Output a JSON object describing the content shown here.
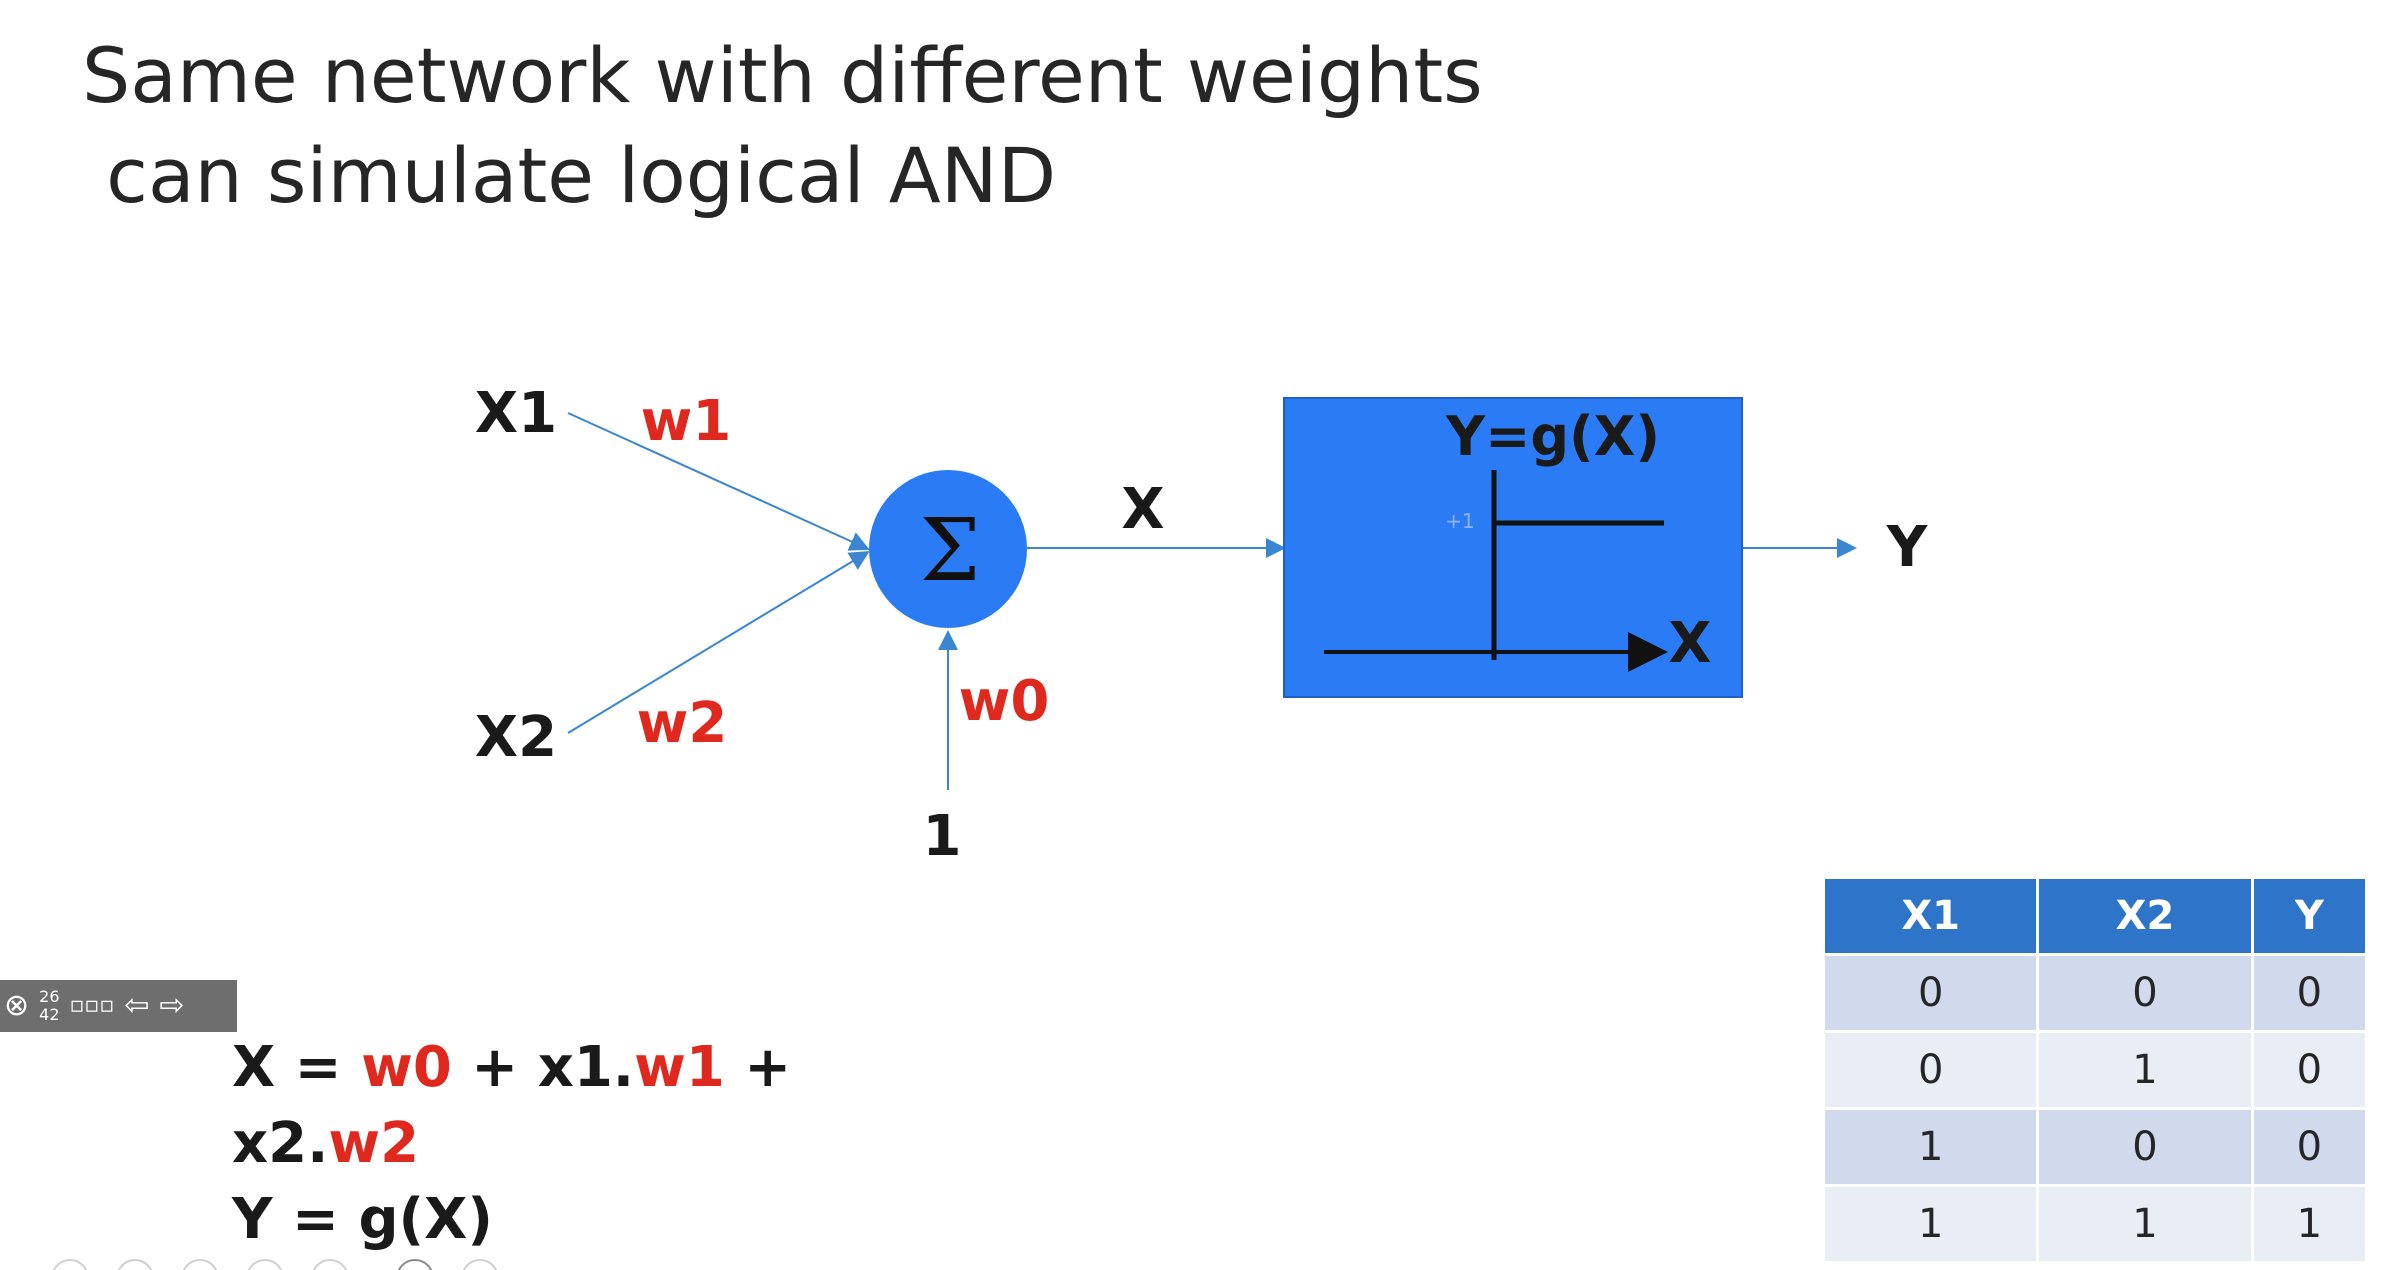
{
  "title": {
    "line1": "Same network with different weights",
    "line2": " can simulate logical AND"
  },
  "diagram": {
    "inputs": {
      "x1": "X1",
      "x2": "X2",
      "bias": "1"
    },
    "weights": {
      "w1": "w1",
      "w2": "w2",
      "w0": "w0"
    },
    "sum_symbol": "Σ",
    "sum_output": "X",
    "activation": {
      "label": "Y=g(X)",
      "plus_one": "+1",
      "x_axis": "X"
    },
    "output": "Y"
  },
  "formula": {
    "l1_a": "X = ",
    "l1_w0": "w0",
    "l1_b": " + x1.",
    "l1_w1": "w1",
    "l1_c": " +",
    "l2_a": "x2.",
    "l2_w2": "w2",
    "l3": "Y = g(X)"
  },
  "toolbar": {
    "counter_top": "26",
    "counter_bottom": "42",
    "more": "▫▫▫",
    "prev": "⇦",
    "next": "⇨",
    "close": "⊗"
  },
  "truth_table": {
    "headers": [
      "X1",
      "X2",
      "Y"
    ],
    "rows": [
      [
        "0",
        "0",
        "0"
      ],
      [
        "0",
        "1",
        "0"
      ],
      [
        "1",
        "0",
        "0"
      ],
      [
        "1",
        "1",
        "1"
      ]
    ]
  },
  "colors": {
    "accent_blue": "#2a7bf4",
    "weight_red": "#e0291e",
    "table_header": "#2e75c9",
    "line_blue": "#3a86d0"
  }
}
